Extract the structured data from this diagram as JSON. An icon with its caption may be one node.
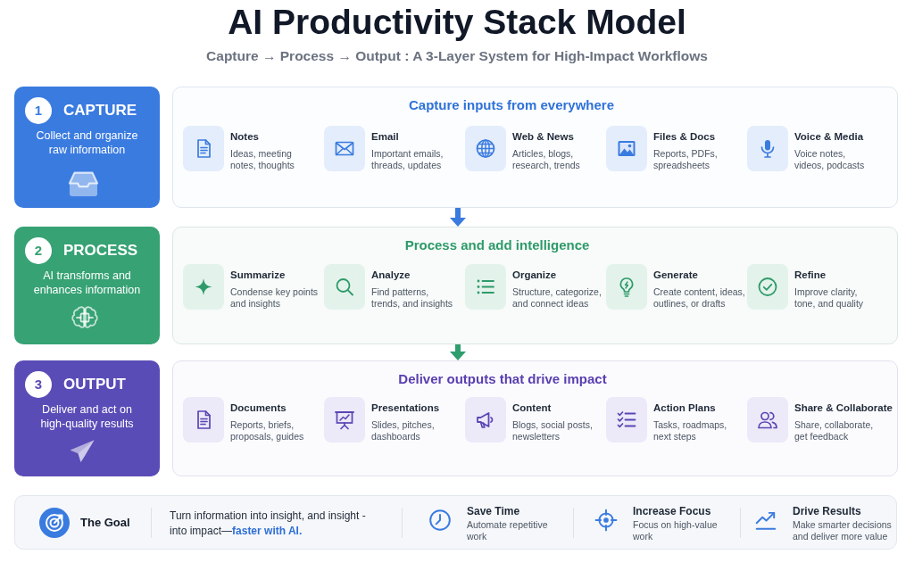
{
  "diagram": {
    "title": "AI Productivity Stack Model",
    "nodes": [
      {
        "text": [
          "CAPTURE",
          "Collect and organize raw information"
        ]
      },
      {
        "text": [
          "1"
        ],
        "in": 0
      },
      {
        "text": [
          "Capture inputs from everywhere"
        ]
      },
      {
        "text": [
          "Notes",
          "Ideas, meeting notes, thoughts"
        ],
        "in": 2
      },
      {
        "text": [
          "Email",
          "Important emails, threads, updates"
        ],
        "in": 2
      },
      {
        "text": [
          "Web & News",
          "Articles, blogs, research, trends"
        ],
        "in": 2
      },
      {
        "text": [
          "Files & Docs",
          "Reports, PDFs, spreadsheets"
        ],
        "in": 2
      },
      {
        "text": [
          "Voice & Media",
          "Voice notes, videos, podcasts"
        ],
        "in": 2
      },
      {
        "text": [
          "PROCESS",
          "AI transforms and enhances information"
        ]
      },
      {
        "text": [
          "2"
        ],
        "in": 8
      },
      {
        "text": [
          "Process and add intelligence"
        ]
      },
      {
        "text": [
          "Summarize",
          "Condense key points and insights"
        ],
        "in": 10
      },
      {
        "text": [
          "Analyze",
          "Find patterns, trends, and insights"
        ],
        "in": 10
      },
      {
        "text": [
          "Organize",
          "Structure, categorize, and connect ideas"
        ],
        "in": 10
      },
      {
        "text": [
          "Generate",
          "Create content, ideas, outlines, or drafts"
        ],
        "in": 10
      },
      {
        "text": [
          "Refine",
          "Improve clarity, tone, and quality"
        ],
        "in": 10
      },
      {
        "text": [
          "OUTPUT",
          "Deliver and act on high-quality results"
        ]
      },
      {
        "text": [
          "3"
        ],
        "in": 16
      },
      {
        "text": [
          "Deliver outputs that drive impact"
        ]
      },
      {
        "text": [
          "Documents",
          "Reports, briefs, proposals, guides"
        ],
        "in": 18
      },
      {
        "text": [
          "Presentations",
          "Slides, pitches, dashboards"
        ],
        "in": 18
      },
      {
        "text": [
          "Content",
          "Blogs, social posts, newsletters"
        ],
        "in": 18
      },
      {
        "text": [
          "Action Plans",
          "Tasks, roadmaps, next steps"
        ],
        "in": 18
      },
      {
        "text": [
          "Share & Collaborate",
          "Share, collaborate, get feedback"
        ],
        "in": 18
      },
      {
        "text": [
          "The Goal",
          "Turn information into insight, and insight - into impact—**faster with AI.**"
        ]
      },
      {
        "text": [
          "Save Time",
          "Automate repetitive work"
        ],
        "in": 24
      },
      {
        "text": [
          "Increase Focus",
          "Focus on high-value work"
        ],
        "in": 24
      },
      {
        "text": [
          "Drive Results",
          "Make smarter decisions and deliver more value"
        ],
        "in": 24
      }
    ],
    "edges": [
      {
        "from": 2,
        "to": 10,
        "arrow": "to",
        "color": "#3a7be0"
      },
      {
        "from": 10,
        "to": 18,
        "arrow": "to",
        "color": "#2f9e6e"
      }
    ],
    "labels": [
      "Capture → Process → Output : A 3-Layer System for High-Impact Workflows"
    ]
  }
}
